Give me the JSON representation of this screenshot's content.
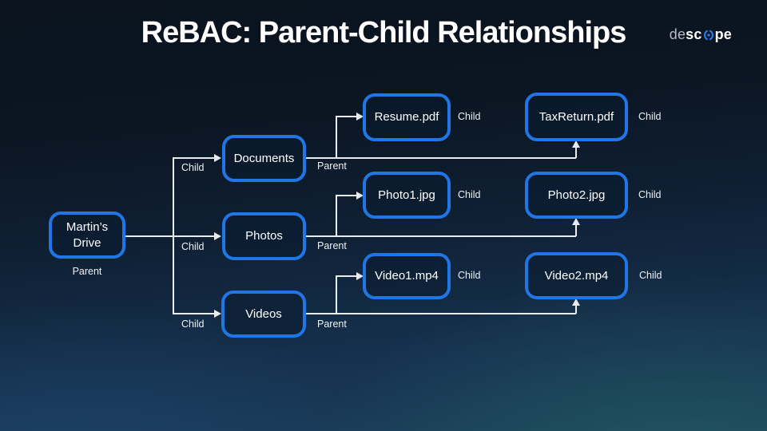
{
  "slide": {
    "title": "ReBAC: Parent-Child Relationships"
  },
  "logo": {
    "prefix": "de",
    "bold_left": "sc",
    "bold_right": "pe",
    "icon": "descope-aperture-icon",
    "accent_color": "#2b7ce4"
  },
  "labels": {
    "parent": "Parent",
    "child": "Child"
  },
  "colors": {
    "node_border": "#2176e5",
    "node_fill": "rgba(10,28,48,0.55)",
    "connector": "#e9ecee",
    "background_top": "#0a131e",
    "background_bottom_left": "#1b3e5a",
    "background_bottom_right": "#1d4a52",
    "text": "#ffffff"
  },
  "diagram": {
    "root": {
      "label": "Martin’s Drive"
    },
    "folders": [
      {
        "label": "Documents"
      },
      {
        "label": "Photos"
      },
      {
        "label": "Videos"
      }
    ],
    "files": [
      {
        "label": "Resume.pdf"
      },
      {
        "label": "TaxReturn.pdf"
      },
      {
        "label": "Photo1.jpg"
      },
      {
        "label": "Photo2.jpg"
      },
      {
        "label": "Video1.mp4"
      },
      {
        "label": "Video2.mp4"
      }
    ]
  }
}
